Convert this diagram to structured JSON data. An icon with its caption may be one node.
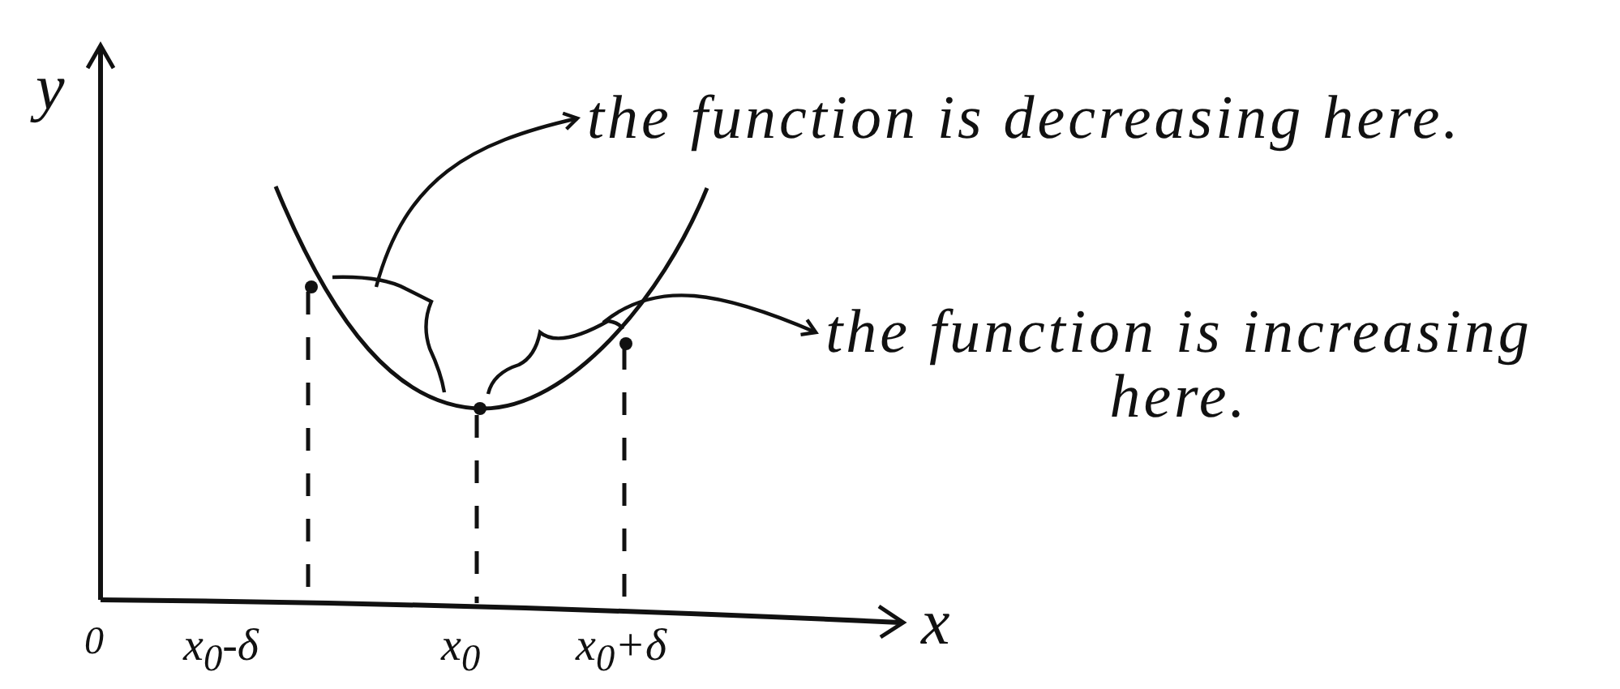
{
  "diagram": {
    "nodes": [
      {
        "text": [
          "the function is decreasing here."
        ]
      },
      {
        "text": [
          "the function is increasing here."
        ]
      },
      {
        "text": [],
        "shape": "bracket"
      },
      {
        "text": [],
        "shape": "bracket"
      }
    ],
    "edges": [
      {
        "from": 2,
        "to": 0,
        "arrow": "to"
      },
      {
        "from": 3,
        "to": 1,
        "arrow": "to"
      }
    ],
    "labels": [
      "y",
      "x",
      "0",
      "x$_{0}$-δ",
      "x$_{0}$",
      "x$_{0}$+δ"
    ]
  }
}
